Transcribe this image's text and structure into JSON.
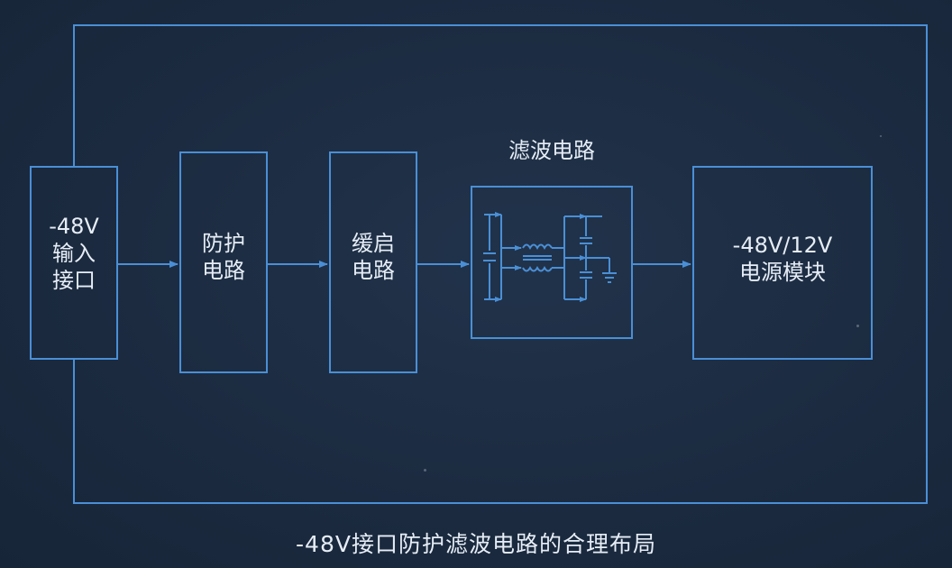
{
  "colors": {
    "background": "#1b2a3f",
    "line": "#4a8fd6",
    "text": "#e6edf6"
  },
  "blocks": {
    "input": {
      "line1": "-48V",
      "line2": "输入",
      "line3": "接口"
    },
    "protection": {
      "line1": "防护",
      "line2": "电路"
    },
    "softstart": {
      "line1": "缓启",
      "line2": "电路"
    },
    "filter": {
      "caption": "滤波电路"
    },
    "module": {
      "line1": "-48V/12V",
      "line2": "电源模块"
    }
  },
  "caption": "-48V接口防护滤波电路的合理布局"
}
